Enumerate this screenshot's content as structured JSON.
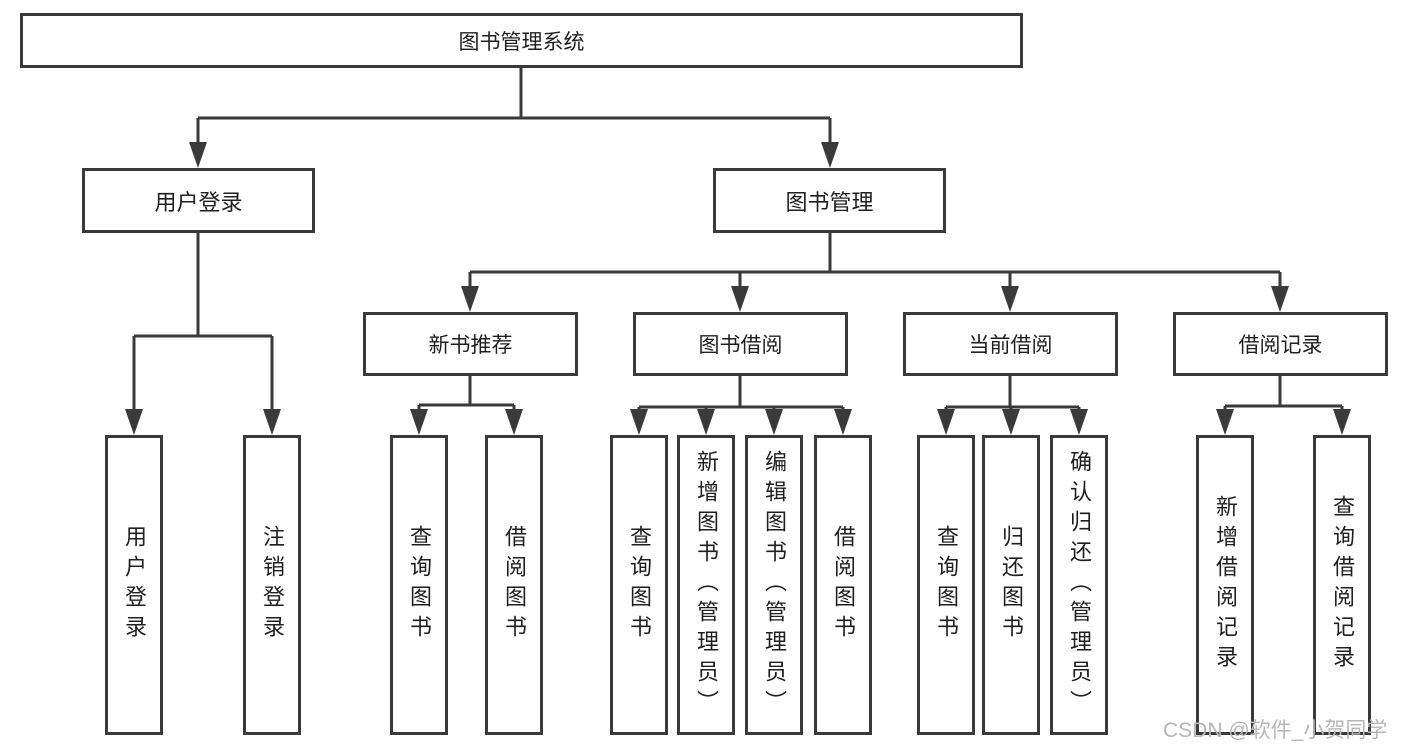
{
  "diagram": {
    "root": {
      "label": "图书管理系统"
    },
    "user_login": {
      "label": "用户登录"
    },
    "book_mgmt": {
      "label": "图书管理"
    },
    "new_books": {
      "label": "新书推荐"
    },
    "book_borrow": {
      "label": "图书借阅"
    },
    "current_borrow": {
      "label": "当前借阅"
    },
    "borrow_records": {
      "label": "借阅记录"
    },
    "leaves": {
      "login": "用户登录",
      "logout": "注销登录",
      "nb_query": "查询图书",
      "nb_borrow": "借阅图书",
      "bb_query": "查询图书",
      "bb_add": "新增图书（管理员）",
      "bb_edit": "编辑图书（管理员）",
      "bb_borrow": "借阅图书",
      "cb_query": "查询图书",
      "cb_return": "归还图书",
      "cb_confirm": "确认归还（管理员）",
      "rec_add": "新增借阅记录",
      "rec_query": "查询借阅记录"
    }
  },
  "watermark": "CSDN @软件_小贺同学",
  "colors": {
    "line": "#3a3a3a",
    "text": "#1f1f1f",
    "watermark": "#b6b6b6"
  }
}
